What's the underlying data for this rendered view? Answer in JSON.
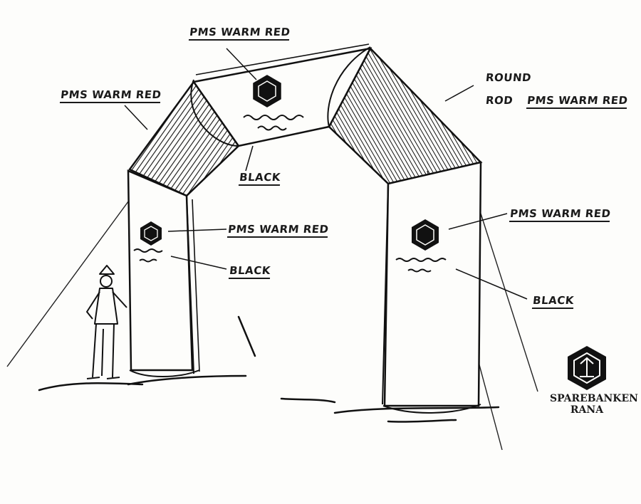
{
  "labels": {
    "top_red": "PMS WARM RED",
    "left_red": "PMS WARM RED",
    "round_line1": "ROUND",
    "round_line2": "ROD",
    "round_red": "PMS WARM RED",
    "top_black": "BLACK",
    "pillar_left_red": "PMS WARM RED",
    "pillar_left_black": "BLACK",
    "pillar_right_red": "PMS WARM RED",
    "pillar_right_black": "BLACK"
  },
  "brand": {
    "name_line1": "SPAREBANKEN",
    "name_line2": "RANA",
    "ink_color": "#1a1a1a",
    "accent_color": "PMS WARM RED"
  }
}
